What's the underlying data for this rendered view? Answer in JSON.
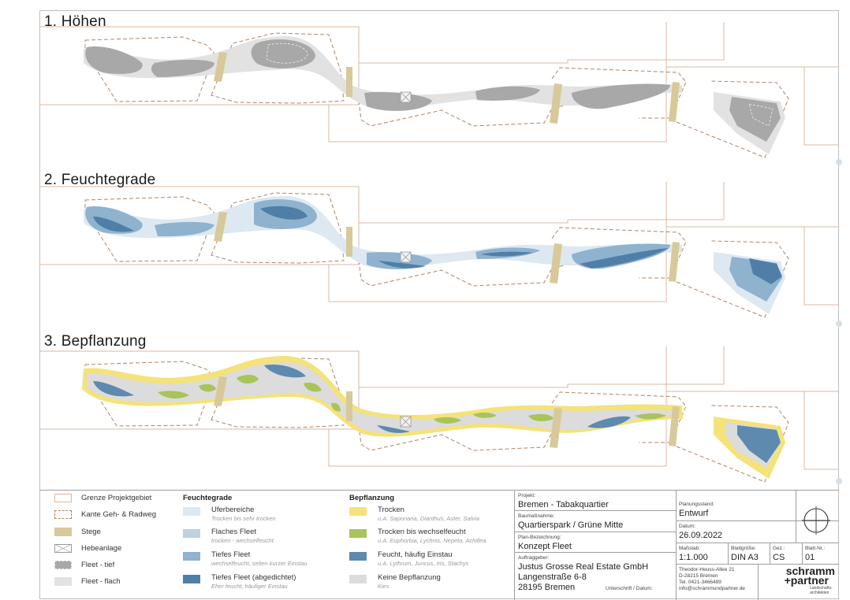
{
  "sections": [
    {
      "title": "1. Höhen"
    },
    {
      "title": "2. Feuchtegrade"
    },
    {
      "title": "3. Bepflanzung"
    }
  ],
  "legend": {
    "general": [
      {
        "label": "Grenze Projektgebiet"
      },
      {
        "label": "Kante Geh- & Radweg"
      },
      {
        "label": "Stege"
      },
      {
        "label": "Hebeanlage"
      },
      {
        "label": "Fleet - tief"
      },
      {
        "label": "Fleet - flach"
      }
    ],
    "feuchtegrade": {
      "heading": "Feuchtegrade",
      "items": [
        {
          "label": "Uferbereiche",
          "sub": "Trocken bis sehr trocken",
          "color": "#dde8f0"
        },
        {
          "label": "Flaches Fleet",
          "sub": "trocken - wechselfeucht",
          "color": "#bcd1e2"
        },
        {
          "label": "Tiefes Fleet",
          "sub": "wechselfeucht, selten kurzer Einstau",
          "color": "#8fb2cf"
        },
        {
          "label": "Tiefes Fleet (abgedichtet)",
          "sub": "Eher feucht, häufiger Einstau",
          "color": "#4f7fa6"
        }
      ]
    },
    "bepflanzung": {
      "heading": "Bepflanzung",
      "items": [
        {
          "label": "Trocken",
          "sub": "u.A. Saponaria, Dianthus, Aster, Salvia",
          "color": "#f4e27a"
        },
        {
          "label": "Trocken bis wechselfeucht",
          "sub": "u.A. Euphorbia, Lychnis, Nepeta, Achillea",
          "color": "#a8c45a"
        },
        {
          "label": "Feucht, häufig Einstau",
          "sub": "u.A. Lythrum, Juncus, Iris, Stachys",
          "color": "#5d8aae"
        },
        {
          "label": "Keine Bepflanzung",
          "sub": "Kies",
          "color": "#dcdcdc"
        }
      ]
    }
  },
  "titleblock": {
    "projekt_label": "Projekt:",
    "projekt": "Bremen - Tabakquartier",
    "massnahme_label": "Baumaßnahme:",
    "massnahme": "Quartierspark / Grüne Mitte",
    "plan_label": "Plan-Bezeichnung:",
    "plan": "Konzept Fleet",
    "auftraggeber_label": "Auftraggeber:",
    "auftraggeber_name": "Justus Grosse Real Estate GmbH",
    "auftraggeber_street": "Langenstraße 6-8",
    "auftraggeber_city": "28195 Bremen",
    "unterschrift": "Unterschrift / Datum:",
    "planungsstand_label": "Planungsstand:",
    "planungsstand": "Entwurf",
    "datum_label": "Datum:",
    "datum": "26.09.2022",
    "massstab_label": "Maßstab:",
    "massstab": "1:1.000",
    "blattgroesse_label": "Blattgröße:",
    "blattgroesse": "DIN A3",
    "gez_label": "Gez.:",
    "gez": "CS",
    "blattnr_label": "Blatt-Nr.:",
    "blattnr": "01",
    "office_1": "Theodor-Heuss-Allee 21",
    "office_2": "D-28215 Bremen",
    "office_3": "Tel. 0421-3466489",
    "office_4": "info@schrammundpartner.de",
    "logo_1": "schramm",
    "logo_2": "+partner",
    "logo_sub_1": "Landschafts-",
    "logo_sub_2": "architekten"
  },
  "colors": {
    "stege": "#d8c99a",
    "boundary": "#b08463",
    "fleet_tief": "#a8a8a8",
    "fleet_flach": "#e2e2e2"
  }
}
